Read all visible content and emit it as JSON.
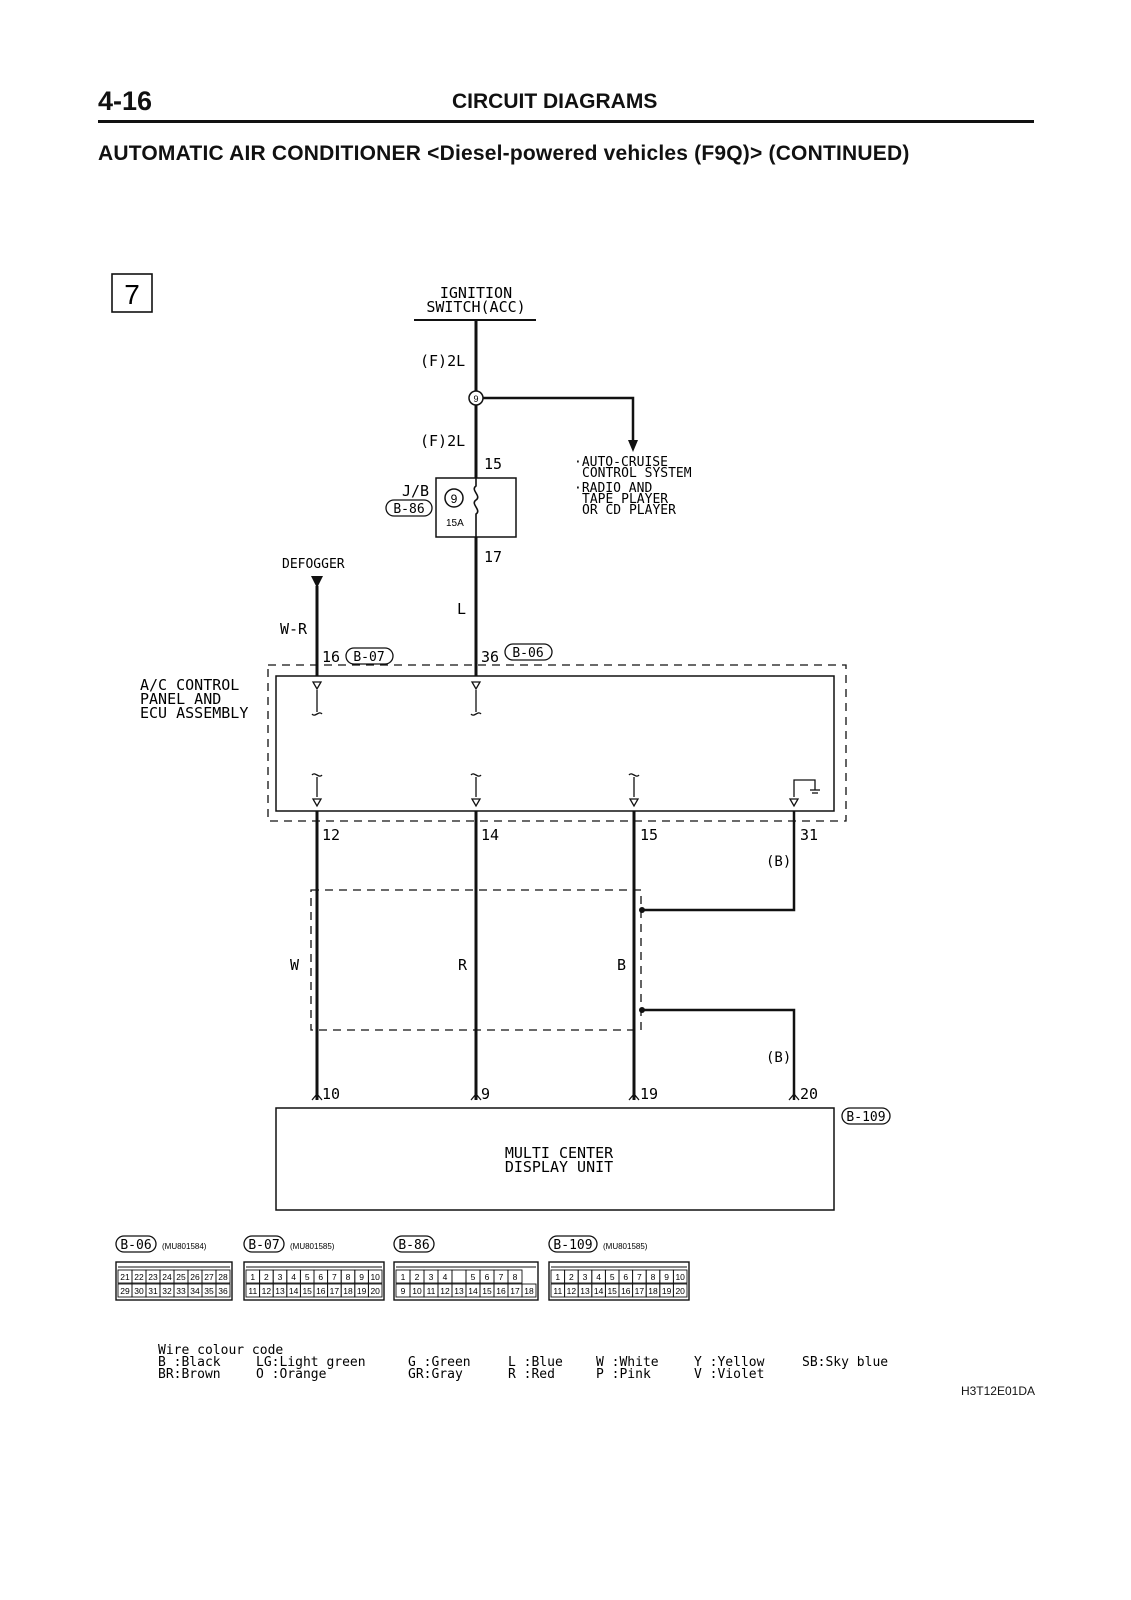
{
  "header": {
    "page_number": "4-16",
    "section_title": "CIRCUIT DIAGRAMS",
    "subtitle": "AUTOMATIC AIR CONDITIONER <Diesel-powered vehicles (F9Q)> (CONTINUED)"
  },
  "diagram": {
    "sheet_marker": "7",
    "ignition_switch": [
      "IGNITION",
      "SWITCH(ACC)"
    ],
    "wire_f2l_upper": "(F)2L",
    "junction_9": "9",
    "wire_f2l_lower": "(F)2L",
    "jb_label": "J/B",
    "jb_connector": "B-86",
    "fuse_number": "9",
    "fuse_rating": "15A",
    "jb_pin_in": "15",
    "jb_pin_out": "17",
    "destinations": [
      "·AUTO-CRUISE",
      "CONTROL SYSTEM",
      "·RADIO AND",
      "TAPE PLAYER",
      "OR CD PLAYER"
    ],
    "defogger_label": "DEFOGGER",
    "wire_wr": "W-R",
    "wire_l": "L",
    "pin_16": "16",
    "connector_b07": "B-07",
    "pin_36": "36",
    "connector_b06": "B-06",
    "acc_panel_label": [
      "A/C CONTROL",
      "PANEL AND",
      "ECU ASSEMBLY"
    ],
    "pin_12": "12",
    "pin_14": "14",
    "pin_15": "15",
    "pin_31": "31",
    "wire_b_upper": "(B)",
    "wire_w": "W",
    "wire_r": "R",
    "wire_b": "B",
    "wire_b_lower": "(B)",
    "pin_10": "10",
    "pin_9": "9",
    "pin_19": "19",
    "pin_20": "20",
    "connector_b109": "B-109",
    "display_label": [
      "MULTI CENTER",
      "DISPLAY UNIT"
    ]
  },
  "connectors": [
    {
      "id": "B-06",
      "part": "(MU801584)",
      "row1": [
        "21",
        "22",
        "23",
        "24",
        "25",
        "26",
        "27",
        "28"
      ],
      "row2": [
        "29",
        "30",
        "31",
        "32",
        "33",
        "34",
        "35",
        "36"
      ]
    },
    {
      "id": "B-07",
      "part": "(MU801585)",
      "row1": [
        "1",
        "2",
        "3",
        "4",
        "5",
        "6",
        "7",
        "8",
        "9",
        "10"
      ],
      "row2": [
        "11",
        "12",
        "13",
        "14",
        "15",
        "16",
        "17",
        "18",
        "19",
        "20"
      ]
    },
    {
      "id": "B-86",
      "part": "",
      "row1": [
        "1",
        "2",
        "3",
        "4",
        "",
        "5",
        "6",
        "7",
        "8"
      ],
      "row2": [
        "9",
        "10",
        "11",
        "12",
        "13",
        "14",
        "15",
        "16",
        "17",
        "18"
      ]
    },
    {
      "id": "B-109",
      "part": "(MU801585)",
      "row1": [
        "1",
        "2",
        "3",
        "4",
        "5",
        "6",
        "7",
        "8",
        "9",
        "10"
      ],
      "row2": [
        "11",
        "12",
        "13",
        "14",
        "15",
        "16",
        "17",
        "18",
        "19",
        "20"
      ]
    }
  ],
  "legend": {
    "title": "Wire colour code",
    "row1": [
      "B :Black",
      "LG:Light green",
      "G :Green",
      "L :Blue",
      "W :White",
      "Y :Yellow",
      "SB:Sky blue"
    ],
    "row2": [
      "BR:Brown",
      "O :Orange",
      "GR:Gray",
      "R :Red",
      "P :Pink",
      "V :Violet"
    ]
  },
  "reference_code": "H3T12E01DA"
}
